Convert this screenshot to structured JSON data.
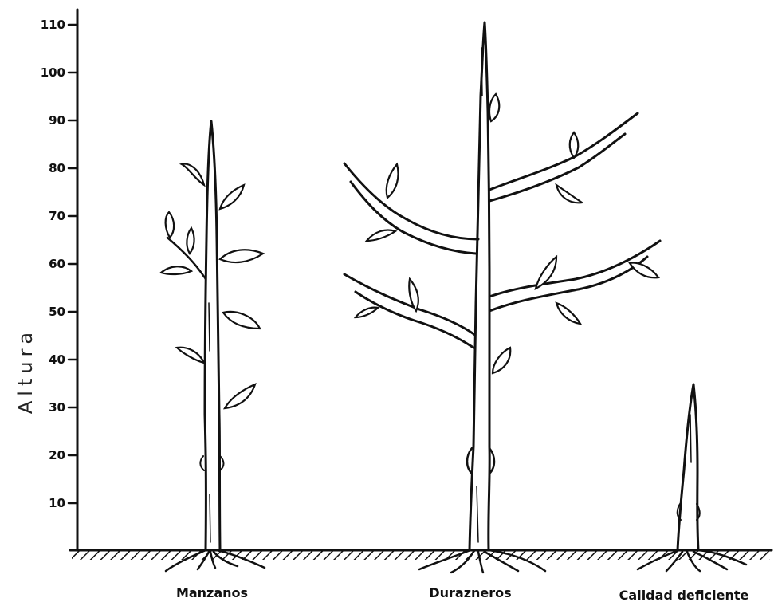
{
  "axis": {
    "title": "Altura",
    "ticks": [
      "110",
      "100",
      "90",
      "80",
      "70",
      "60",
      "50",
      "40",
      "30",
      "20",
      "10"
    ]
  },
  "trees": [
    {
      "label": "Manzanos"
    },
    {
      "label": "Durazneros"
    },
    {
      "label": "Calidad deficiente"
    }
  ]
}
